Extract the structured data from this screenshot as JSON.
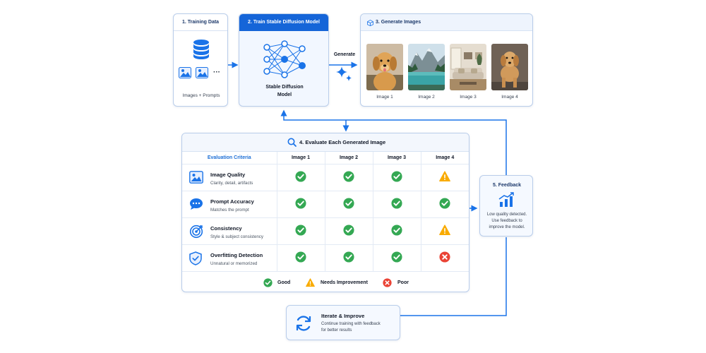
{
  "training": {
    "title": "1. Training Data",
    "caption": "Images + Prompts"
  },
  "train_model": {
    "title": "2. Train Stable Diffusion Model",
    "model_line1": "Stable Diffusion",
    "model_line2": "Model"
  },
  "generate": {
    "label": "Generate"
  },
  "generate_images": {
    "title": "3. Generate Images",
    "images": [
      {
        "label": "Image 1",
        "subject": "golden retriever dog"
      },
      {
        "label": "Image 2",
        "subject": "mountain lake landscape"
      },
      {
        "label": "Image 3",
        "subject": "living room interior"
      },
      {
        "label": "Image 4",
        "subject": "golden retriever dog"
      }
    ]
  },
  "evaluate": {
    "title": "4. Evaluate Each Generated Image",
    "header": {
      "criteria": "Evaluation Criteria",
      "columns": [
        "Image 1",
        "Image 2",
        "Image 3",
        "Image 4"
      ]
    },
    "rows": [
      {
        "icon": "image-icon",
        "name": "Image Quality",
        "desc": "Clarity, detail, artifacts",
        "ratings": [
          "good",
          "good",
          "good",
          "needs-improvement"
        ]
      },
      {
        "icon": "chat-icon",
        "name": "Prompt Accuracy",
        "desc": "Matches the prompt",
        "ratings": [
          "good",
          "good",
          "good",
          "good"
        ]
      },
      {
        "icon": "target-icon",
        "name": "Consistency",
        "desc": "Style & subject consistency",
        "ratings": [
          "good",
          "good",
          "good",
          "needs-improvement"
        ]
      },
      {
        "icon": "shield-check-icon",
        "name": "Overfitting Detection",
        "desc": "Unnatural or memorized",
        "ratings": [
          "good",
          "good",
          "good",
          "poor"
        ]
      }
    ],
    "legend": {
      "good": "Good",
      "needs_improvement": "Needs Improvement",
      "poor": "Poor"
    }
  },
  "feedback": {
    "title": "5. Feedback",
    "line1": "Low quality detected.",
    "line2": "Use feedback to",
    "line3": "improve the model."
  },
  "iterate": {
    "title": "Iterate & Improve",
    "line1": "Continue training with feedback",
    "line2": "for better results"
  },
  "colors": {
    "accent": "#1a73e8",
    "good": "#34a853",
    "warn": "#f9ab00",
    "poor": "#ea4335",
    "header_fill": "#1565d8"
  }
}
